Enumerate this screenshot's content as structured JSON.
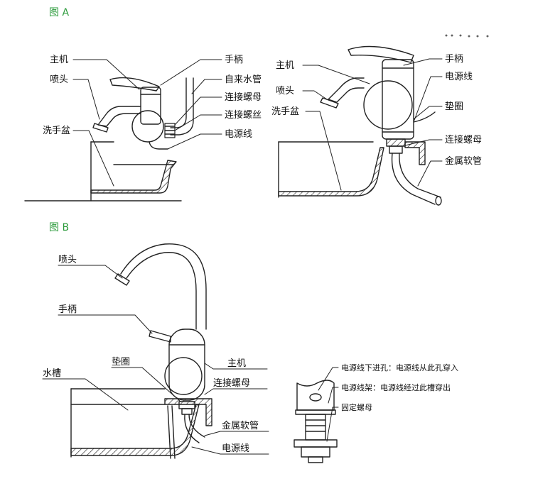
{
  "colors": {
    "accent": "#2a9a3a",
    "line": "#222222"
  },
  "figure_a": {
    "title": "图 A",
    "left": {
      "host": "主机",
      "spout": "喷头",
      "basin": "洗手盆",
      "handle": "手柄",
      "inlet": "自来水管",
      "nut": "连接螺母",
      "screw": "连接螺丝",
      "power": "电源线"
    },
    "right": {
      "host": "主机",
      "spout": "喷头",
      "basin": "洗手盆",
      "handle": "手柄",
      "power": "电源线",
      "washer": "垫圈",
      "nut": "连接螺母",
      "hose": "金属软管"
    }
  },
  "figure_b": {
    "title": "图 B",
    "spout": "喷头",
    "handle": "手柄",
    "sink": "水槽",
    "washer": "垫圈",
    "host": "主机",
    "nut": "连接螺母",
    "hose": "金属软管",
    "power": "电源线",
    "detail": {
      "hole": "电源线下进孔：电源线从此孔穿入",
      "bracket": "电源线架：电源线经过此槽穿出",
      "fix_nut": "固定螺母"
    }
  }
}
